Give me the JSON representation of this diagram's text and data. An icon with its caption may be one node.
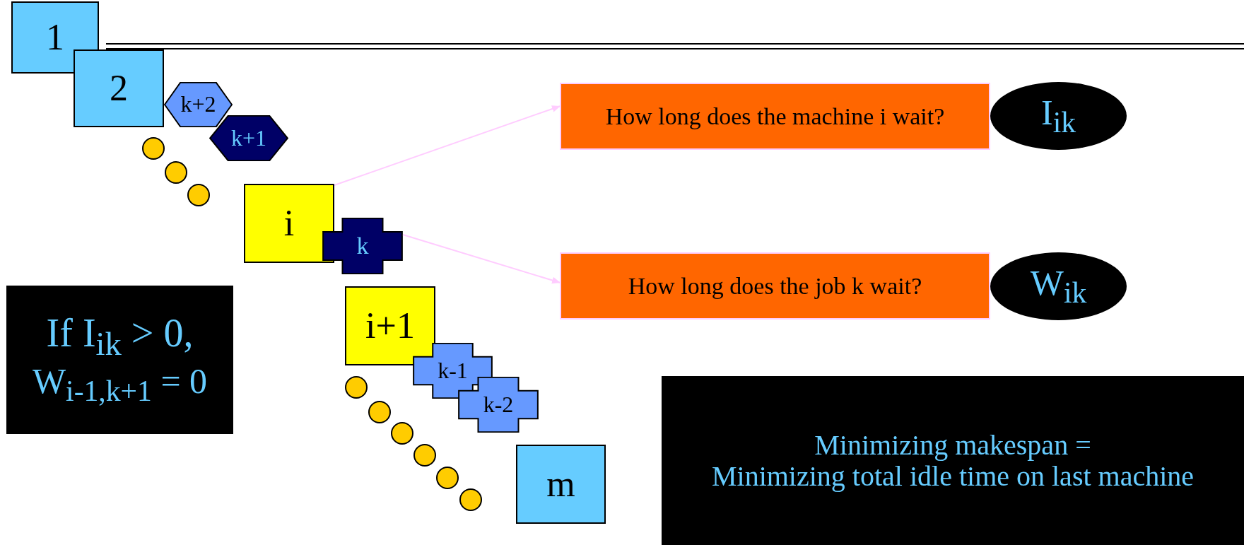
{
  "diagram": {
    "nodes": [
      {
        "text": [
          "1"
        ]
      },
      {
        "text": [
          "2"
        ]
      },
      {
        "text": [
          "k+2"
        ]
      },
      {
        "text": [
          "k+1"
        ]
      },
      {
        "text": [],
        "shape": "circle"
      },
      {
        "text": [],
        "shape": "circle"
      },
      {
        "text": [],
        "shape": "circle"
      },
      {
        "text": [
          "i"
        ]
      },
      {
        "text": [
          "k"
        ]
      },
      {
        "text": [
          "i+1"
        ]
      },
      {
        "text": [
          "k-1"
        ]
      },
      {
        "text": [
          "k-2"
        ]
      },
      {
        "text": [],
        "shape": "circle"
      },
      {
        "text": [],
        "shape": "circle"
      },
      {
        "text": [],
        "shape": "circle"
      },
      {
        "text": [],
        "shape": "circle"
      },
      {
        "text": [],
        "shape": "circle"
      },
      {
        "text": [],
        "shape": "circle"
      },
      {
        "text": [
          "m"
        ]
      },
      {
        "text": [
          "How long does the machine i wait?"
        ]
      },
      {
        "text": [
          "I$_{ik}$"
        ]
      },
      {
        "text": [
          "How long does the job k wait?"
        ]
      },
      {
        "text": [
          "W$_{ik}$"
        ]
      },
      {
        "text": [
          "If I$_{ik}$ > 0,",
          "W$_{i-1,k+1}$ = 0"
        ]
      },
      {
        "text": [
          "Minimizing makespan =",
          "Minimizing total idle time on last machine"
        ]
      }
    ],
    "edges": [
      {
        "from": 7,
        "to": 19,
        "arrow": "to"
      },
      {
        "from": 8,
        "to": 21,
        "arrow": "to"
      }
    ]
  }
}
